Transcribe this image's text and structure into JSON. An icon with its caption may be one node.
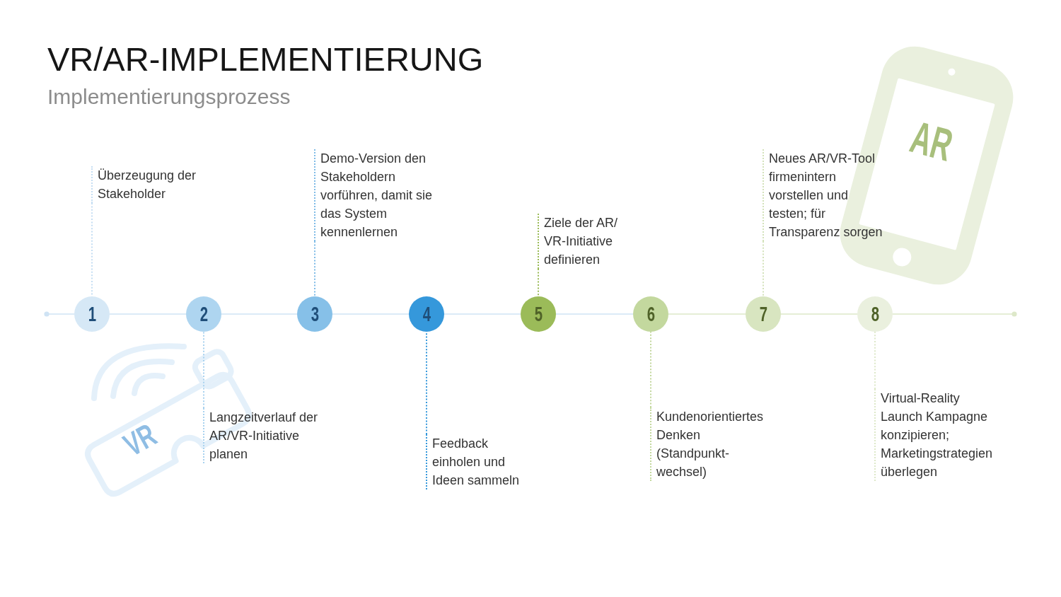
{
  "diagram": {
    "title": "VR/AR-IMPLEMENTIERUNG",
    "nodes": [
      {
        "text": [
          "1"
        ]
      },
      {
        "text": [
          "2"
        ]
      },
      {
        "text": [
          "3"
        ]
      },
      {
        "text": [
          "4"
        ]
      },
      {
        "text": [
          "5"
        ]
      },
      {
        "text": [
          "6"
        ]
      },
      {
        "text": [
          "7"
        ]
      },
      {
        "text": [
          "8"
        ]
      },
      {
        "text": [
          "Überzeugung der Stakeholder"
        ]
      },
      {
        "text": [
          "Langzeitverlauf der AR/VR-Initiative planen"
        ]
      },
      {
        "text": [
          "Demo-Version den Stakeholdern vorführen, damit sie das System kennenlernen"
        ]
      },
      {
        "text": [
          "Feedback einholen und Ideen sammeln"
        ]
      },
      {
        "text": [
          "Ziele der AR/ VR-Initiative definieren"
        ]
      },
      {
        "text": [
          "Kundenorientiertes Denken (Standpunkt- wechsel)"
        ]
      },
      {
        "text": [
          "Neues AR/VR-Tool firmenintern vorstellen und testen; für Transparenz sorgen"
        ]
      },
      {
        "text": [
          "Virtual-Reality Launch Kampagne konzipieren; Marketingstrategien überlegen"
        ]
      }
    ],
    "edges": [
      {
        "from": 0,
        "to": null,
        "arrow": "other",
        "color": "#cfe3f4"
      },
      {
        "from": 0,
        "to": 1,
        "arrow": "none",
        "color": "#cfe3f4"
      },
      {
        "from": 1,
        "to": 2,
        "arrow": "none",
        "color": "#cfe3f4"
      },
      {
        "from": 2,
        "to": 3,
        "arrow": "none",
        "color": "#cfe3f4"
      },
      {
        "from": 3,
        "to": 4,
        "arrow": "none",
        "color": "#cfe3f4"
      },
      {
        "from": 4,
        "to": 5,
        "arrow": "none",
        "color": "#cfe3f4"
      },
      {
        "from": 5,
        "to": 6,
        "arrow": "none",
        "color": "#dde8c9"
      },
      {
        "from": 6,
        "to": 7,
        "arrow": "none",
        "color": "#dde8c9"
      },
      {
        "from": 7,
        "to": null,
        "arrow": "other",
        "color": "#dde8c9"
      },
      {
        "from": 8,
        "to": 0,
        "arrow": "none",
        "style": "dashed",
        "color": "#c5def3"
      },
      {
        "from": 9,
        "to": 1,
        "arrow": "none",
        "style": "dashed",
        "color": "#a9d2ef"
      },
      {
        "from": 10,
        "to": 2,
        "arrow": "none",
        "style": "dashed",
        "color": "#7fbbe6"
      },
      {
        "from": 11,
        "to": 3,
        "arrow": "none",
        "style": "dashed",
        "color": "#3598db"
      },
      {
        "from": 12,
        "to": 4,
        "arrow": "none",
        "style": "dashed",
        "color": "#9bbb59"
      },
      {
        "from": 13,
        "to": 5,
        "arrow": "none",
        "style": "dashed",
        "color": "#c3d89e"
      },
      {
        "from": 14,
        "to": 6,
        "arrow": "none",
        "style": "dashed",
        "color": "#d3e2ba"
      },
      {
        "from": 15,
        "to": 7,
        "arrow": "none",
        "style": "dashed",
        "color": "#dde8c9"
      }
    ],
    "labels": [
      "Implementierungsprozess",
      "AR",
      "VR"
    ]
  }
}
